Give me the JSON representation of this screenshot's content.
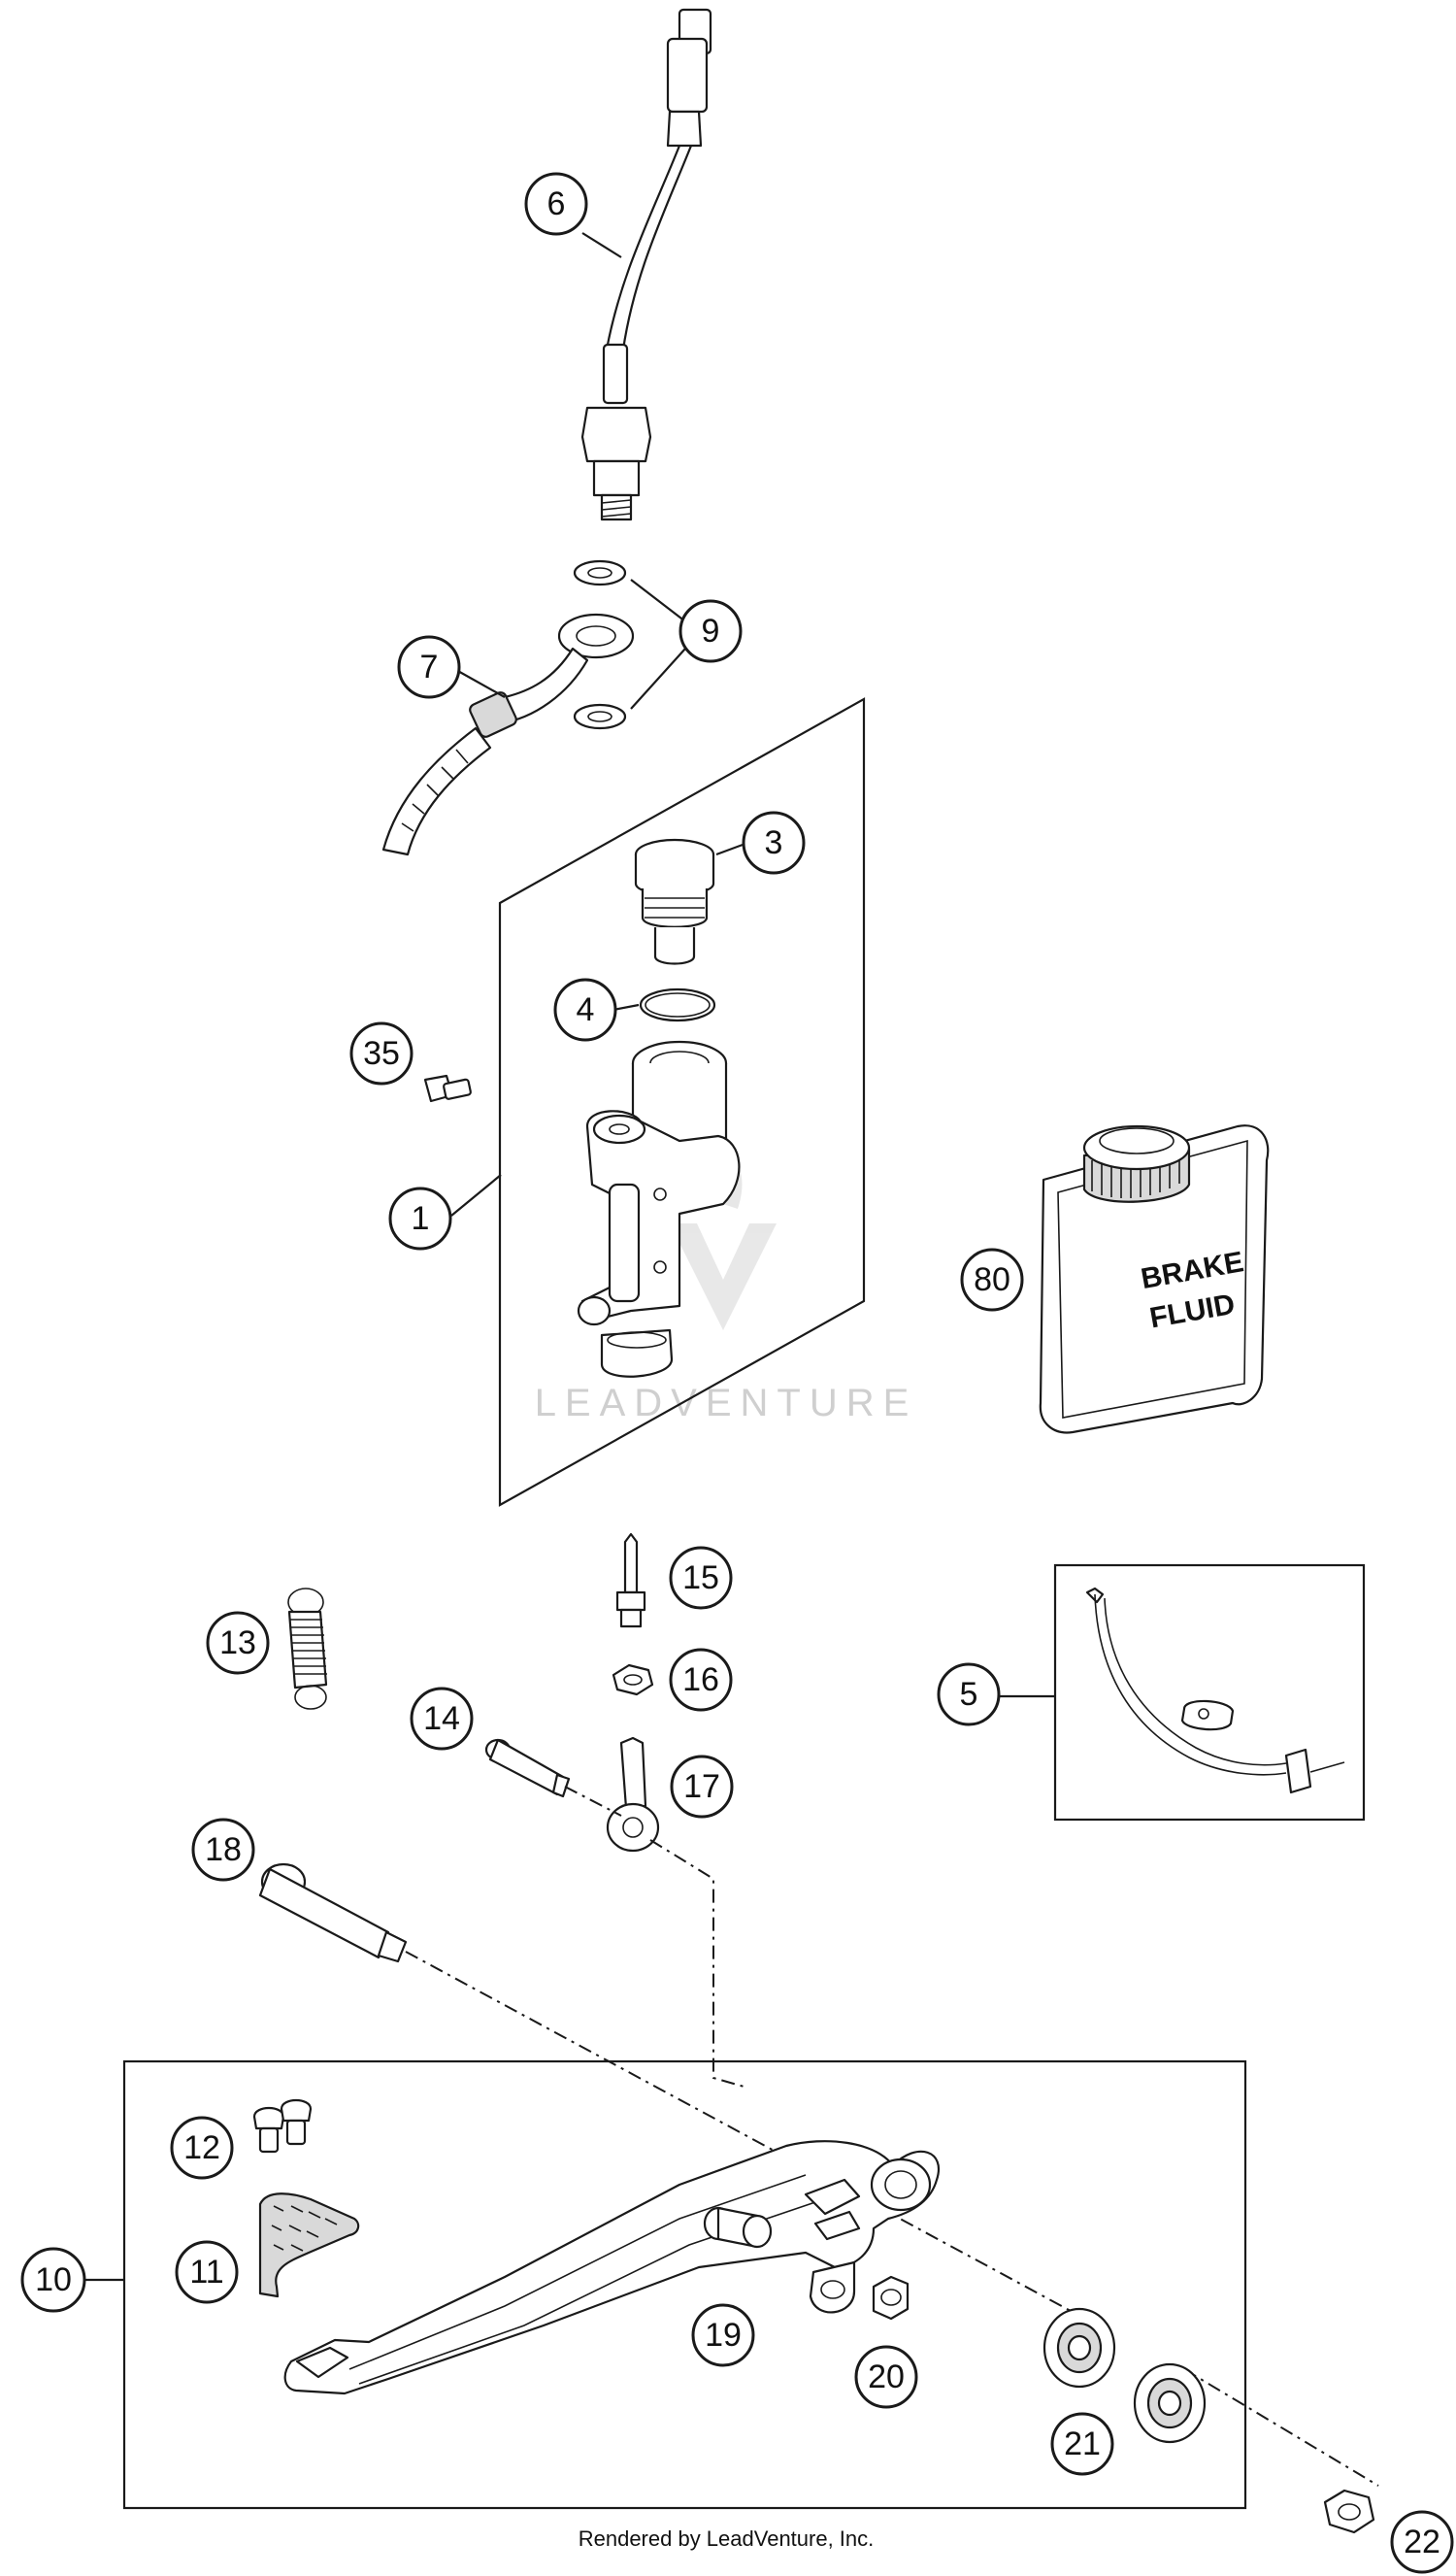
{
  "callouts": {
    "c1": "1",
    "c3": "3",
    "c4": "4",
    "c5": "5",
    "c6": "6",
    "c7": "7",
    "c9": "9",
    "c10": "10",
    "c11": "11",
    "c12": "12",
    "c13": "13",
    "c14": "14",
    "c15": "15",
    "c16": "16",
    "c17": "17",
    "c18": "18",
    "c19": "19",
    "c20": "20",
    "c21": "21",
    "c22": "22",
    "c35": "35",
    "c80": "80"
  },
  "fluid_label": {
    "line1": "BRAKE",
    "line2": "FLUID"
  },
  "watermark": "LEADVENTURE",
  "footer": "Rendered by LeadVenture, Inc."
}
